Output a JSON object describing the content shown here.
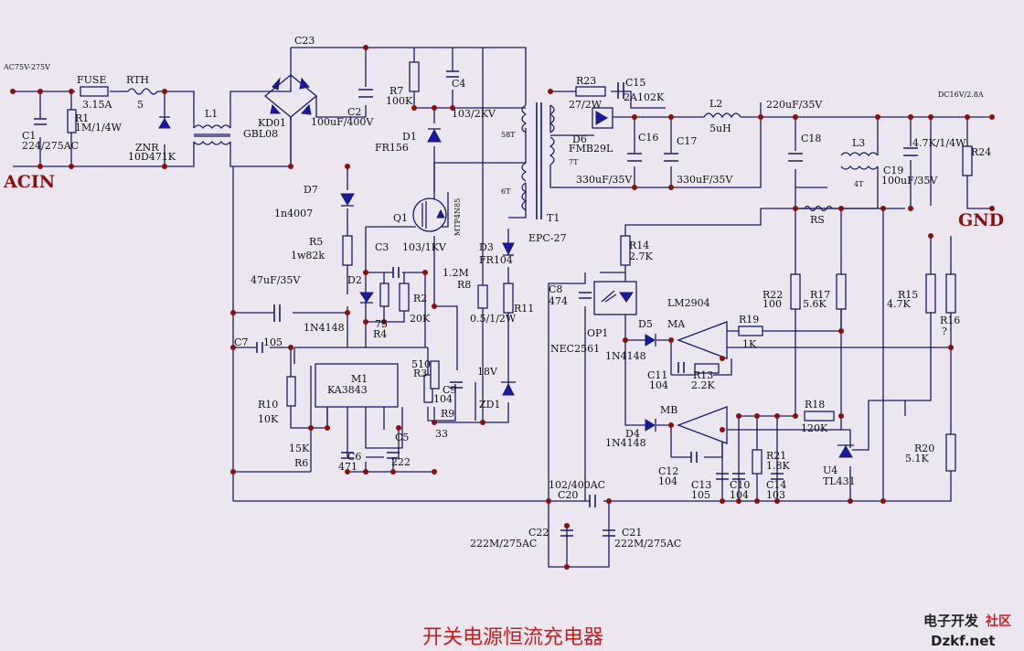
{
  "title": "开关电源恒流充电器",
  "input": {
    "voltage": "AC75V-275V",
    "name": "ACIN"
  },
  "output": {
    "voltage": "DC16V/2.8A",
    "ground": "GND"
  },
  "watermark": {
    "part1": "电子开发",
    "part2": "社区",
    "site": "Dzkf.net"
  },
  "labels": [
    {
      "id": "fuse",
      "text": "FUSE"
    },
    {
      "id": "fuse_v",
      "text": "3.15A"
    },
    {
      "id": "rth",
      "text": "RTH"
    },
    {
      "id": "rth_v",
      "text": "5"
    },
    {
      "id": "znr",
      "text": "ZNR"
    },
    {
      "id": "znr_v",
      "text": "10D471K"
    },
    {
      "id": "c1",
      "text": "C1"
    },
    {
      "id": "c1_v",
      "text": "224/275AC"
    },
    {
      "id": "r1",
      "text": "R1"
    },
    {
      "id": "r1_v",
      "text": "1M/1/4W"
    },
    {
      "id": "l1",
      "text": "L1"
    },
    {
      "id": "c23",
      "text": "C23"
    },
    {
      "id": "kd01",
      "text": "KD01"
    },
    {
      "id": "gbl08",
      "text": "GBL08"
    },
    {
      "id": "c2",
      "text": "C2"
    },
    {
      "id": "c2_v",
      "text": "100uF/400V"
    },
    {
      "id": "r7",
      "text": "R7"
    },
    {
      "id": "r7_v",
      "text": "100K"
    },
    {
      "id": "c4",
      "text": "C4"
    },
    {
      "id": "c4_v",
      "text": "103/2KV"
    },
    {
      "id": "d1",
      "text": "D1"
    },
    {
      "id": "d1_v",
      "text": "FR156"
    },
    {
      "id": "d7",
      "text": "D7"
    },
    {
      "id": "d7_v",
      "text": "1n4007"
    },
    {
      "id": "q1",
      "text": "Q1"
    },
    {
      "id": "q1_v",
      "text": "MTP4N85"
    },
    {
      "id": "r5",
      "text": "R5"
    },
    {
      "id": "r5_v",
      "text": "1w82k"
    },
    {
      "id": "c3",
      "text": "C3"
    },
    {
      "id": "c3_v",
      "text": "103/1KV"
    },
    {
      "id": "c47",
      "text": "47uF/35V"
    },
    {
      "id": "d2",
      "text": "D2"
    },
    {
      "id": "d2_v",
      "text": "1N4148"
    },
    {
      "id": "r4",
      "text": "R4"
    },
    {
      "id": "r4_v",
      "text": "75"
    },
    {
      "id": "r2",
      "text": "R2"
    },
    {
      "id": "r2_v",
      "text": "20K"
    },
    {
      "id": "r8",
      "text": "R8"
    },
    {
      "id": "r8_v",
      "text": "1.2M"
    },
    {
      "id": "d3",
      "text": "D3"
    },
    {
      "id": "d3_v",
      "text": "FR104"
    },
    {
      "id": "r11",
      "text": "R11"
    },
    {
      "id": "r11_v",
      "text": "0.5/1/2W"
    },
    {
      "id": "c7",
      "text": "C7"
    },
    {
      "id": "c7_v",
      "text": "105"
    },
    {
      "id": "m1",
      "text": "M1"
    },
    {
      "id": "m1_v",
      "text": "KA3843"
    },
    {
      "id": "r3",
      "text": "R3"
    },
    {
      "id": "r3_v",
      "text": "510"
    },
    {
      "id": "r10",
      "text": "R10"
    },
    {
      "id": "r10_v",
      "text": "10K"
    },
    {
      "id": "r6",
      "text": "R6"
    },
    {
      "id": "r6_v",
      "text": "15K"
    },
    {
      "id": "c6",
      "text": "C6"
    },
    {
      "id": "c6_v",
      "text": "471"
    },
    {
      "id": "c5",
      "text": "C5"
    },
    {
      "id": "c5_v",
      "text": "222"
    },
    {
      "id": "c9",
      "text": "C9"
    },
    {
      "id": "c9_v",
      "text": "104"
    },
    {
      "id": "r9",
      "text": "R9"
    },
    {
      "id": "r9_v",
      "text": "33"
    },
    {
      "id": "zd1",
      "text": "ZD1"
    },
    {
      "id": "zd1_v",
      "text": "18V"
    },
    {
      "id": "t1",
      "text": "T1"
    },
    {
      "id": "t1_v",
      "text": "EPC-27"
    },
    {
      "id": "t_a",
      "text": "58T"
    },
    {
      "id": "t_b",
      "text": "7T"
    },
    {
      "id": "t_c",
      "text": "6T"
    },
    {
      "id": "r23",
      "text": "R23"
    },
    {
      "id": "r23_v",
      "text": "27/2W"
    },
    {
      "id": "c15",
      "text": "C15"
    },
    {
      "id": "c15_v",
      "text": "2A102K"
    },
    {
      "id": "d6",
      "text": "D6"
    },
    {
      "id": "d6_v",
      "text": "FMB29L"
    },
    {
      "id": "c16",
      "text": "C16"
    },
    {
      "id": "c16_v",
      "text": "330uF/35V"
    },
    {
      "id": "c17",
      "text": "C17"
    },
    {
      "id": "c17_v",
      "text": "330uF/35V"
    },
    {
      "id": "l2",
      "text": "L2"
    },
    {
      "id": "l2_v",
      "text": "5uH"
    },
    {
      "id": "c18_v",
      "text": "220uF/35V"
    },
    {
      "id": "c18",
      "text": "C18"
    },
    {
      "id": "l3",
      "text": "L3"
    },
    {
      "id": "l3_t",
      "text": "4T"
    },
    {
      "id": "c19",
      "text": "C19"
    },
    {
      "id": "c19_v",
      "text": "100uF/35V"
    },
    {
      "id": "r24",
      "text": "R24"
    },
    {
      "id": "r24_v",
      "text": "4.7K/1/4W"
    },
    {
      "id": "rs",
      "text": "RS"
    },
    {
      "id": "r14",
      "text": "R14"
    },
    {
      "id": "r14_v",
      "text": "2.7K"
    },
    {
      "id": "c8",
      "text": "C8"
    },
    {
      "id": "c8_v",
      "text": "474"
    },
    {
      "id": "op1",
      "text": "OP1"
    },
    {
      "id": "op1_v",
      "text": "NEC2561"
    },
    {
      "id": "lm",
      "text": "LM2904"
    },
    {
      "id": "r22",
      "text": "R22"
    },
    {
      "id": "r22_v",
      "text": "100"
    },
    {
      "id": "r17",
      "text": "R17"
    },
    {
      "id": "r17_v",
      "text": "5.6K"
    },
    {
      "id": "r15",
      "text": "R15"
    },
    {
      "id": "r15_v",
      "text": "4.7K"
    },
    {
      "id": "r16",
      "text": "R16"
    },
    {
      "id": "r16_v",
      "text": "?"
    },
    {
      "id": "d5",
      "text": "D5"
    },
    {
      "id": "d5_v",
      "text": "1N4148"
    },
    {
      "id": "ma",
      "text": "MA"
    },
    {
      "id": "r19",
      "text": "R19"
    },
    {
      "id": "r19_v",
      "text": "1K"
    },
    {
      "id": "c11",
      "text": "C11"
    },
    {
      "id": "c11_v",
      "text": "104"
    },
    {
      "id": "r13",
      "text": "R13"
    },
    {
      "id": "r13_v",
      "text": "2.2K"
    },
    {
      "id": "d4",
      "text": "D4"
    },
    {
      "id": "d4_v",
      "text": "1N4148"
    },
    {
      "id": "mb",
      "text": "MB"
    },
    {
      "id": "r18",
      "text": "R18"
    },
    {
      "id": "r18_v",
      "text": "120K"
    },
    {
      "id": "c12",
      "text": "C12"
    },
    {
      "id": "c12_v",
      "text": "104"
    },
    {
      "id": "r21",
      "text": "R21"
    },
    {
      "id": "r21_v",
      "text": "1.8K"
    },
    {
      "id": "c13",
      "text": "C13"
    },
    {
      "id": "c13_v",
      "text": "105"
    },
    {
      "id": "c10",
      "text": "C10"
    },
    {
      "id": "c10_v",
      "text": "104"
    },
    {
      "id": "c14",
      "text": "C14"
    },
    {
      "id": "c14_v",
      "text": "103"
    },
    {
      "id": "u4",
      "text": "U4"
    },
    {
      "id": "u4_v",
      "text": "TL431"
    },
    {
      "id": "r20",
      "text": "R20"
    },
    {
      "id": "r20_v",
      "text": "5.1K"
    },
    {
      "id": "c20",
      "text": "C20"
    },
    {
      "id": "c20_v",
      "text": "102/400AC"
    },
    {
      "id": "c22",
      "text": "C22"
    },
    {
      "id": "c22_v",
      "text": "222M/275AC"
    },
    {
      "id": "c21",
      "text": "C21"
    },
    {
      "id": "c21_v",
      "text": "222M/275AC"
    }
  ]
}
